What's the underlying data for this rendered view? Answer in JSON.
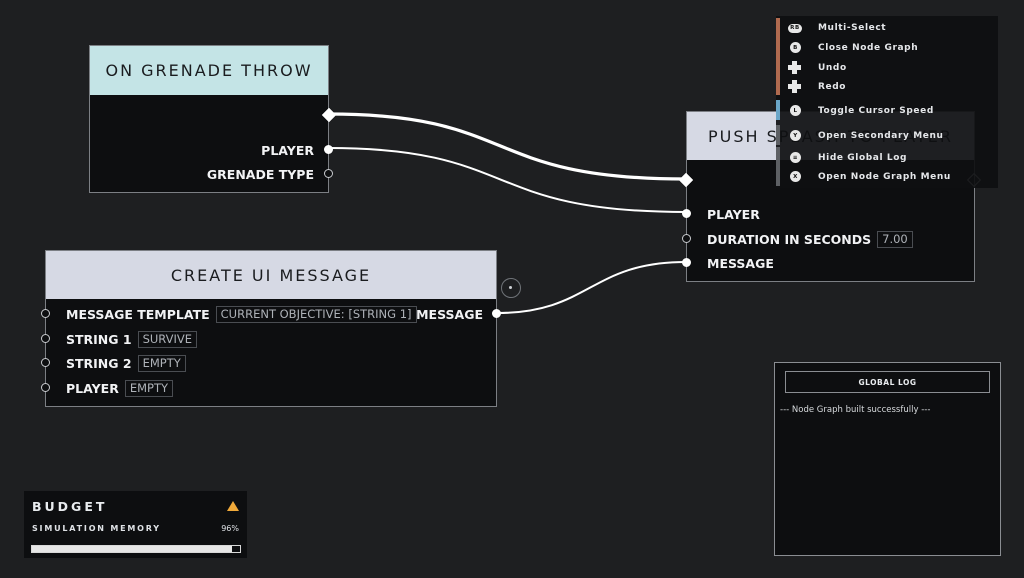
{
  "nodes": {
    "grenade": {
      "title": "ON GRENADE THROW",
      "pins": [
        {
          "label": "PLAYER"
        },
        {
          "label": "GRENADE TYPE"
        }
      ]
    },
    "push": {
      "title": "PUSH SPLASH TO PLAYER",
      "pins": [
        {
          "label": "PLAYER"
        },
        {
          "label": "DURATION IN SECONDS",
          "value": "7.00"
        },
        {
          "label": "MESSAGE"
        }
      ]
    },
    "create": {
      "title": "CREATE UI MESSAGE",
      "inputs": [
        {
          "label": "MESSAGE TEMPLATE",
          "value": "CURRENT OBJECTIVE: [STRING 1]"
        },
        {
          "label": "STRING 1",
          "value": "SURVIVE"
        },
        {
          "label": "STRING 2",
          "value": "EMPTY"
        },
        {
          "label": "PLAYER",
          "value": "EMPTY"
        }
      ],
      "output": {
        "label": "MESSAGE"
      }
    }
  },
  "controller_hints": [
    {
      "button": "RB",
      "action": "Multi-Select",
      "accent": "#b06a4f"
    },
    {
      "button": "B",
      "action": "Close Node Graph",
      "accent": "#b06a4f"
    },
    {
      "button": "dpad",
      "action": "Undo",
      "accent": "#b06a4f"
    },
    {
      "button": "dpad",
      "action": "Redo",
      "accent": "#b06a4f"
    },
    {
      "button": "L",
      "action": "Toggle Cursor Speed",
      "accent": "#6aa6c8"
    },
    {
      "button": "Y",
      "action": "Open Secondary Menu",
      "accent": "#5d6064"
    },
    {
      "button": "≡",
      "action": "Hide Global Log",
      "accent": "#5d6064"
    },
    {
      "button": "X",
      "action": "Open Node Graph Menu",
      "accent": "#5d6064"
    }
  ],
  "global_log": {
    "title": "GLOBAL LOG",
    "entries": [
      "--- Node Graph built successfully ---"
    ]
  },
  "budget": {
    "title": "BUDGET",
    "label": "SIMULATION MEMORY",
    "percent_text": "96%",
    "percent": 96,
    "warning_color": "#f0a93a"
  },
  "colors": {
    "background": "#1e1f21",
    "node_body": "#0d0e10",
    "header_teal": "#c4e4e6",
    "header_lavender": "#d6d9e4"
  }
}
